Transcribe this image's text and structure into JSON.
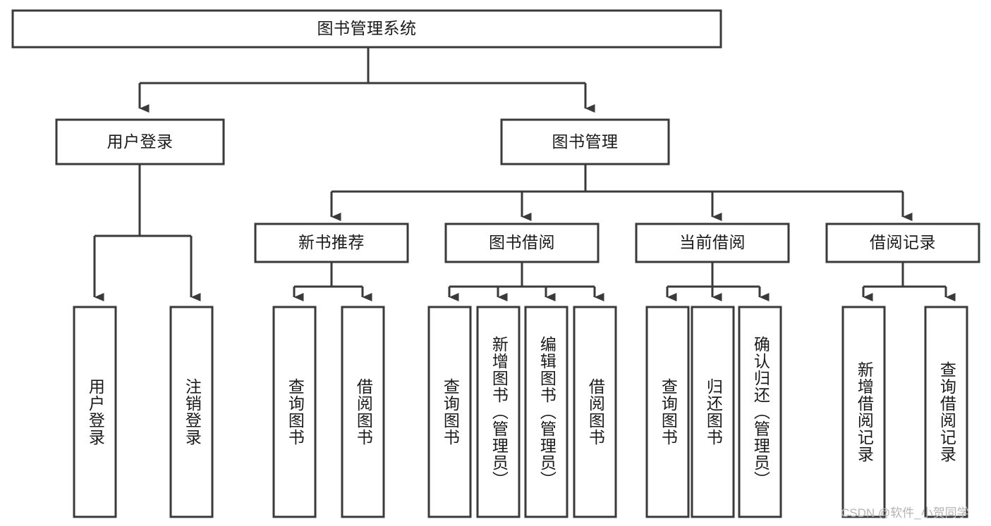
{
  "diagram": {
    "type": "tree-hierarchy",
    "title": "图书管理系统",
    "root": {
      "id": "root",
      "label": "图书管理系统",
      "level": 1
    },
    "level2": [
      {
        "id": "user-login",
        "label": "用户登录"
      },
      {
        "id": "book-manage",
        "label": "图书管理"
      }
    ],
    "level3": [
      {
        "id": "new-book-recommend",
        "label": "新书推荐",
        "parent": "book-manage"
      },
      {
        "id": "book-borrow",
        "label": "图书借阅",
        "parent": "book-manage"
      },
      {
        "id": "current-borrow",
        "label": "当前借阅",
        "parent": "book-manage"
      },
      {
        "id": "borrow-record",
        "label": "借阅记录",
        "parent": "book-manage"
      }
    ],
    "leaves": [
      {
        "id": "leaf-user-login",
        "label": "用户登录",
        "parent": "user-login"
      },
      {
        "id": "leaf-logout-login",
        "label": "注销登录",
        "parent": "user-login"
      },
      {
        "id": "leaf-query-book-1",
        "label": "查询图书",
        "parent": "new-book-recommend"
      },
      {
        "id": "leaf-borrow-book-1",
        "label": "借阅图书",
        "parent": "new-book-recommend"
      },
      {
        "id": "leaf-query-book-2",
        "label": "查询图书",
        "parent": "book-borrow"
      },
      {
        "id": "leaf-add-book",
        "label": "新增图书（管理员）",
        "parent": "book-borrow"
      },
      {
        "id": "leaf-edit-book",
        "label": "编辑图书（管理员）",
        "parent": "book-borrow"
      },
      {
        "id": "leaf-borrow-book-2",
        "label": "借阅图书",
        "parent": "book-borrow"
      },
      {
        "id": "leaf-query-book-3",
        "label": "查询图书",
        "parent": "current-borrow"
      },
      {
        "id": "leaf-return-book",
        "label": "归还图书",
        "parent": "current-borrow"
      },
      {
        "id": "leaf-confirm-return",
        "label": "确认归还（管理员）",
        "parent": "current-borrow"
      },
      {
        "id": "leaf-add-record",
        "label": "新增借阅记录",
        "parent": "borrow-record"
      },
      {
        "id": "leaf-query-record",
        "label": "查询借阅记录",
        "parent": "borrow-record"
      }
    ]
  },
  "watermark": {
    "text": "CSDN @软件_小贺同学"
  },
  "colors": {
    "stroke": "#3a3a3a",
    "box_fill": "#ffffff",
    "text": "#1a1a1a",
    "watermark": "#b4b4b4",
    "background": "#ffffff"
  }
}
